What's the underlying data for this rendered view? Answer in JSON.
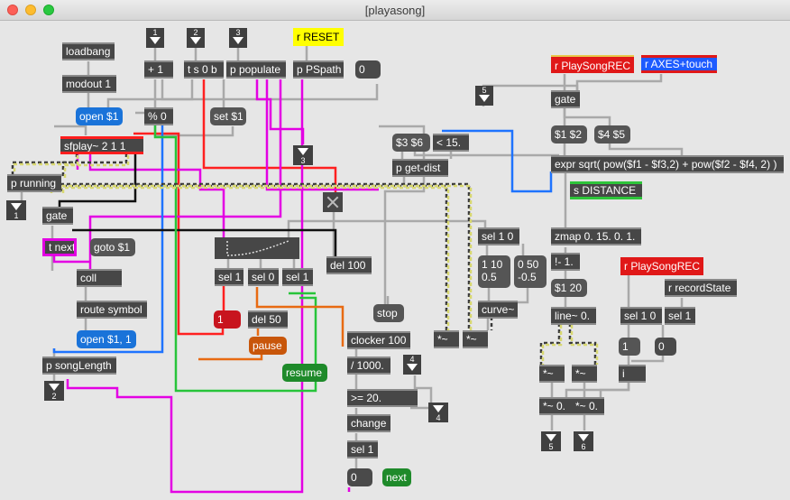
{
  "window": {
    "title": "[playasong]"
  },
  "inlets": [
    "1",
    "2",
    "3",
    "4"
  ],
  "outlets": [
    "1",
    "2",
    "3",
    "4",
    "5",
    "6"
  ],
  "objects": {
    "r_reset": "r RESET",
    "loadbang": "loadbang",
    "modout": "modout 1",
    "plus1": "+ 1",
    "tsob": "t s 0 b",
    "p_populate": "p populate",
    "p_pspath": "p PSpath",
    "num0a": "0",
    "open1": "open $1",
    "mod0": "% 0",
    "set1": "set $1",
    "sfplay": "sfplay~ 2 1 1",
    "p_running": "p running",
    "gate_left": "gate",
    "tnext": "t next",
    "goto1": "goto $1",
    "coll": "coll",
    "route_symbol": "route symbol",
    "open11": "open $1, 1",
    "p_songlength": "p songLength",
    "sel1a": "sel 1",
    "sel0": "sel 0",
    "sel1b": "sel 1",
    "del100": "del 100",
    "msg1": "1",
    "del50": "del 50",
    "pause": "pause",
    "resume": "resume",
    "stop": "stop",
    "clocker": "clocker 100",
    "div1000": "/ 1000.",
    "gte20": ">= 20.",
    "change": "change",
    "sel1c": "sel 1",
    "num0b": "0",
    "next": "next",
    "r_playsongrec": "r PlaySongREC",
    "r_axes": "r AXES+touch",
    "gate_right": "gate",
    "d1_2": "$1 $2",
    "d4_5": "$4 $5",
    "d3_6": "$3 $6",
    "lt15": "< 15.",
    "p_getdist": "p get-dist",
    "expr": "expr sqrt( pow($f1 - $f3,2) + pow($f2 - $f4, 2) )",
    "s_distance": "s DISTANCE",
    "sel10": "sel 1 0",
    "m_110": "1 10\n0.5",
    "m_050": "0 50\n-0.5",
    "curve": "curve~",
    "times1": "*~",
    "times2": "*~",
    "zmap": "zmap 0. 15. 0. 1.",
    "rminus": "!- 1.",
    "d1_20": "$1 20",
    "line": "line~ 0.",
    "times3": "*~",
    "times4": "*~",
    "times5": "*~ 0.",
    "times6": "*~ 0.",
    "r_playsongrec2": "r PlaySongREC",
    "r_recordstate": "r recordState",
    "sel10b": "sel 1 0",
    "sel1d": "sel 1",
    "msg1b": "1",
    "msg0c": "0",
    "pipe": "i"
  }
}
